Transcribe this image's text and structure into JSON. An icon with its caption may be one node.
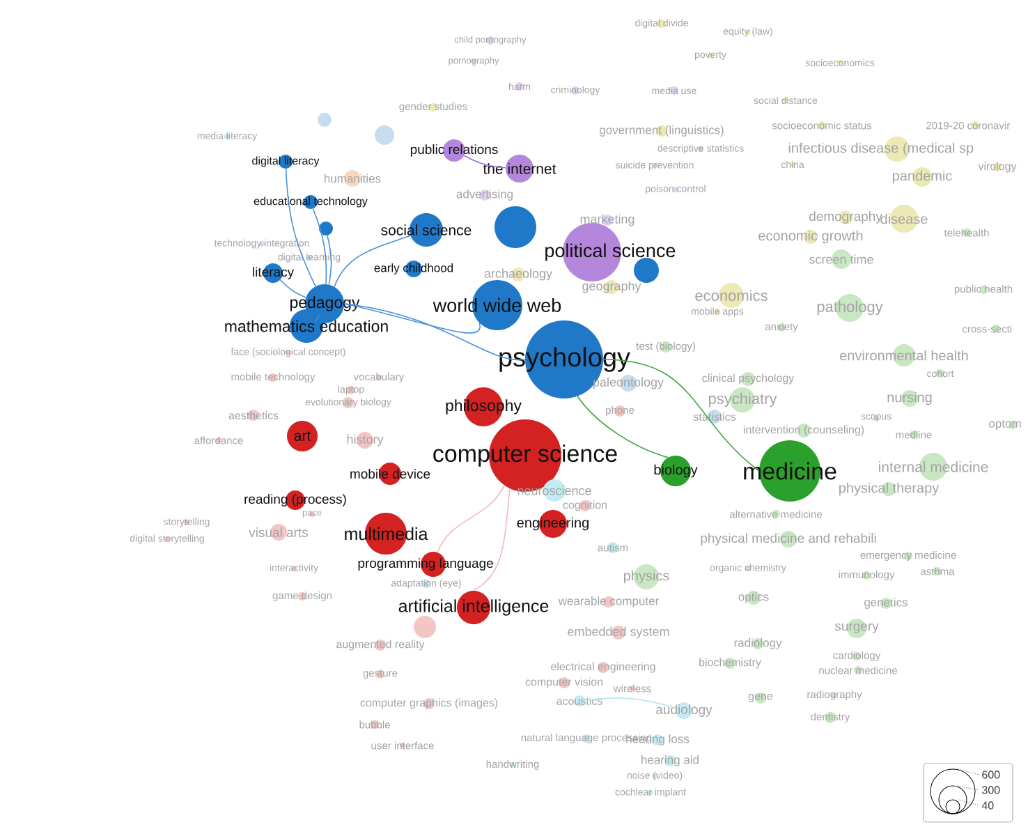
{
  "diagram": {
    "nodes": [
      {
        "text": [
          "child pornography"
        ]
      },
      {
        "text": [
          "pornography"
        ]
      },
      {
        "text": [
          "digital divide"
        ]
      },
      {
        "text": [
          "equity (law)"
        ]
      },
      {
        "text": [
          "poverty"
        ]
      },
      {
        "text": [
          "socioeconomics"
        ]
      },
      {
        "text": [
          "harm"
        ]
      },
      {
        "text": [
          "criminology"
        ]
      },
      {
        "text": [
          "media use"
        ]
      },
      {
        "text": [
          "social distance"
        ]
      },
      {
        "text": [
          "gender studies"
        ]
      },
      {
        "text": [
          "media literacy"
        ]
      },
      {
        "text": [
          "government (linguistics)"
        ]
      },
      {
        "text": [
          "socioeconomic status"
        ]
      },
      {
        "text": [
          "2019-20 coronavir"
        ]
      },
      {
        "text": [
          "descriptive statistics"
        ]
      },
      {
        "text": [
          "infectious disease (medical sp"
        ]
      },
      {
        "text": [
          "humanities"
        ]
      },
      {
        "text": [
          "suicide prevention"
        ]
      },
      {
        "text": [
          "china"
        ]
      },
      {
        "text": [
          "virology"
        ]
      },
      {
        "text": [
          "pandemic"
        ]
      },
      {
        "text": [
          "public relations"
        ]
      },
      {
        "text": [
          "the internet"
        ]
      },
      {
        "text": [
          "digital literacy"
        ]
      },
      {
        "text": [
          "advertising"
        ]
      },
      {
        "text": [
          "poison control"
        ]
      },
      {
        "text": [
          "educational technology"
        ]
      },
      {
        "text": [
          "marketing"
        ]
      },
      {
        "text": [
          "demography"
        ]
      },
      {
        "text": [
          "disease"
        ]
      },
      {
        "text": [
          "social science"
        ]
      },
      {
        "text": [
          "telehealth"
        ]
      },
      {
        "text": [
          "political science"
        ]
      },
      {
        "text": [
          "economic growth"
        ]
      },
      {
        "text": [
          "technology integration"
        ]
      },
      {
        "text": [
          "digital learning"
        ]
      },
      {
        "text": [
          "screen time"
        ]
      },
      {
        "text": [
          "early childhood"
        ]
      },
      {
        "text": [
          "literacy"
        ]
      },
      {
        "text": [
          "archaeology"
        ]
      },
      {
        "text": [
          "geography"
        ]
      },
      {
        "text": [
          "economics"
        ]
      },
      {
        "text": [
          "public health"
        ]
      },
      {
        "text": [
          "pedagogy"
        ]
      },
      {
        "text": [
          "world wide web"
        ]
      },
      {
        "text": [
          "pathology"
        ]
      },
      {
        "text": [
          "mobile apps"
        ]
      },
      {
        "text": [
          "mathematics education"
        ]
      },
      {
        "text": [
          "anxiety"
        ]
      },
      {
        "text": [
          "cross-secti"
        ]
      },
      {
        "text": [
          "face (sociological concept)"
        ]
      },
      {
        "text": [
          "test (biology)"
        ]
      },
      {
        "text": [
          "psychology"
        ]
      },
      {
        "text": [
          "environmental health"
        ]
      },
      {
        "text": [
          "mobile technology"
        ]
      },
      {
        "text": [
          "vocabulary"
        ]
      },
      {
        "text": [
          "laptop"
        ]
      },
      {
        "text": [
          "evolutionary biology"
        ]
      },
      {
        "text": [
          "cohort"
        ]
      },
      {
        "text": [
          "clinical psychology"
        ]
      },
      {
        "text": [
          "paleontology"
        ]
      },
      {
        "text": [
          "aesthetics"
        ]
      },
      {
        "text": [
          "psychiatry"
        ]
      },
      {
        "text": [
          "nursing"
        ]
      },
      {
        "text": [
          "philosophy"
        ]
      },
      {
        "text": [
          "phone"
        ]
      },
      {
        "text": [
          "statistics"
        ]
      },
      {
        "text": [
          "scopus"
        ]
      },
      {
        "text": [
          "optom"
        ]
      },
      {
        "text": [
          "affordance"
        ]
      },
      {
        "text": [
          "art"
        ]
      },
      {
        "text": [
          "history"
        ]
      },
      {
        "text": [
          "intervention (counseling)"
        ]
      },
      {
        "text": [
          "medline"
        ]
      },
      {
        "text": [
          "computer science"
        ]
      },
      {
        "text": [
          "biology"
        ]
      },
      {
        "text": [
          "medicine"
        ]
      },
      {
        "text": [
          "internal medicine"
        ]
      },
      {
        "text": [
          "mobile device"
        ]
      },
      {
        "text": [
          "neuroscience"
        ]
      },
      {
        "text": [
          "physical therapy"
        ]
      },
      {
        "text": [
          "reading (process)"
        ]
      },
      {
        "text": [
          "cognition"
        ]
      },
      {
        "text": [
          "pace"
        ]
      },
      {
        "text": [
          "storytelling"
        ]
      },
      {
        "text": [
          "alternative medicine"
        ]
      },
      {
        "text": [
          "engineering"
        ]
      },
      {
        "text": [
          "visual arts"
        ]
      },
      {
        "text": [
          "multimedia"
        ]
      },
      {
        "text": [
          "digital storytelling"
        ]
      },
      {
        "text": [
          "physical medicine and rehabili"
        ]
      },
      {
        "text": [
          "autism"
        ]
      },
      {
        "text": [
          "emergency medicine"
        ]
      },
      {
        "text": [
          "programming language"
        ]
      },
      {
        "text": [
          "interactivity"
        ]
      },
      {
        "text": [
          "physics"
        ]
      },
      {
        "text": [
          "organic chemistry"
        ]
      },
      {
        "text": [
          "immunology"
        ]
      },
      {
        "text": [
          "asthma"
        ]
      },
      {
        "text": [
          "adaptation (eye)"
        ]
      },
      {
        "text": [
          "game design"
        ]
      },
      {
        "text": [
          "wearable computer"
        ]
      },
      {
        "text": [
          "optics"
        ]
      },
      {
        "text": [
          "genetics"
        ]
      },
      {
        "text": [
          "artificial intelligence"
        ]
      },
      {
        "text": [
          "surgery"
        ]
      },
      {
        "text": [
          "embedded system"
        ]
      },
      {
        "text": [
          "augmented reality"
        ]
      },
      {
        "text": [
          "radiology"
        ]
      },
      {
        "text": [
          "cardiology"
        ]
      },
      {
        "text": [
          "biochemistry"
        ]
      },
      {
        "text": [
          "nuclear medicine"
        ]
      },
      {
        "text": [
          "electrical engineering"
        ]
      },
      {
        "text": [
          "gesture"
        ]
      },
      {
        "text": [
          "computer vision"
        ]
      },
      {
        "text": [
          "wireless"
        ]
      },
      {
        "text": [
          "gene"
        ]
      },
      {
        "text": [
          "radiography"
        ]
      },
      {
        "text": [
          "acoustics"
        ]
      },
      {
        "text": [
          "computer graphics (images)"
        ]
      },
      {
        "text": [
          "audiology"
        ]
      },
      {
        "text": [
          "dentistry"
        ]
      },
      {
        "text": [
          "bubble"
        ]
      },
      {
        "text": [
          "natural language processing"
        ]
      },
      {
        "text": [
          "hearing loss"
        ]
      },
      {
        "text": [
          "user interface"
        ]
      },
      {
        "text": [
          "handwriting"
        ]
      },
      {
        "text": [
          "hearing aid"
        ]
      },
      {
        "text": [
          "noise (video)"
        ]
      },
      {
        "text": [
          "cochlear implant"
        ]
      },
      {
        "text": [],
        "shape": "circle"
      },
      {
        "text": [],
        "shape": "circle"
      },
      {
        "text": [],
        "shape": "circle"
      },
      {
        "text": [],
        "shape": "circle"
      },
      {
        "text": [],
        "shape": "circle"
      },
      {
        "text": [],
        "shape": "circle"
      }
    ],
    "edges": [
      {
        "from": 44,
        "to": 24,
        "arrow": "none"
      },
      {
        "from": 44,
        "to": 27,
        "arrow": "none"
      },
      {
        "from": 44,
        "to": 39,
        "arrow": "none"
      },
      {
        "from": 44,
        "to": 31,
        "arrow": "none"
      },
      {
        "from": 44,
        "to": 45,
        "arrow": "none"
      },
      {
        "from": 44,
        "to": 53,
        "arrow": "none"
      },
      {
        "from": 44,
        "to": 48,
        "arrow": "none"
      },
      {
        "from": 44,
        "to": 133,
        "arrow": "none"
      },
      {
        "from": 53,
        "to": 77,
        "arrow": "none",
        "color": "#3aa63a"
      },
      {
        "from": 76,
        "to": 53,
        "arrow": "none",
        "color": "#3aa63a"
      },
      {
        "from": 23,
        "to": 22,
        "arrow": "none",
        "color": "#9b6fd6"
      },
      {
        "from": 75,
        "to": 105,
        "arrow": "none",
        "color": "#f2b8b8"
      },
      {
        "from": 75,
        "to": 94,
        "arrow": "none",
        "color": "#f2b8b8"
      },
      {
        "from": 121,
        "to": 119,
        "arrow": "none",
        "color": "#b0e4ee"
      }
    ],
    "labels": [
      "600",
      "300",
      "40"
    ]
  }
}
